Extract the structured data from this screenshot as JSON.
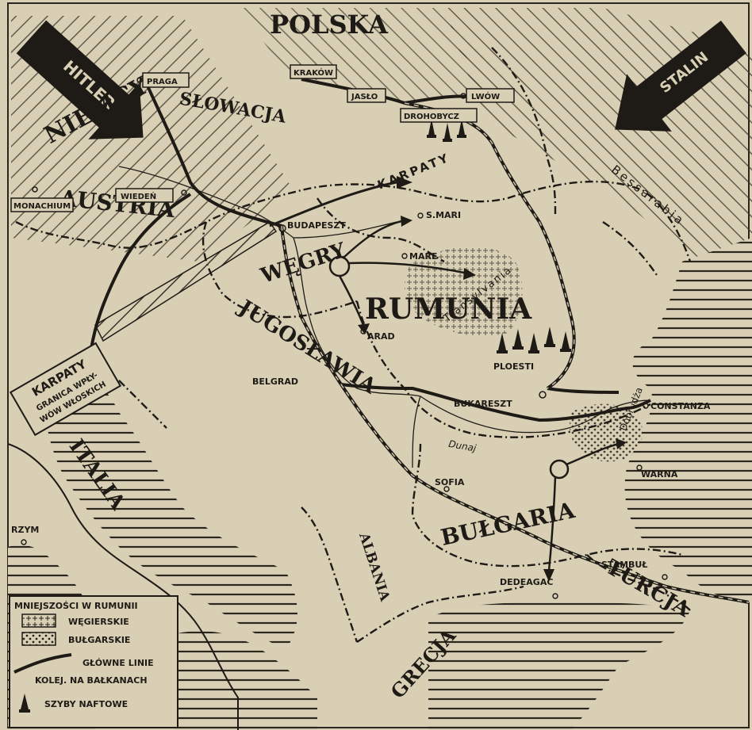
{
  "countries": {
    "polska": "POLSKA",
    "niemcy": "NIEMCY",
    "slowacja": "SŁOWACJA",
    "austria": "AUSTRIA",
    "wegry": "WĘGRY",
    "rumunia": "RUMUNIA",
    "jugoslawia": "JUGOSŁAWIA",
    "bulgaria": "BUŁGARIA",
    "italia": "ITALIA",
    "albania": "ALBANIA",
    "grecja": "GRECJA",
    "turcja": "TURCJA"
  },
  "regions": {
    "karpaty": "KARPATY",
    "bessarabia": "Bessarabia",
    "transylvania": "Transylvania",
    "dobrudza": "Dobrudża",
    "dunaj": "Dunaj"
  },
  "cities": {
    "praga": "PRAGA",
    "krakow": "KRAKÓW",
    "jaslo": "JASŁO",
    "lwow": "LWÓW",
    "drohobycz": "DROHOBYCZ",
    "monachium": "MONACHIUM",
    "wieden": "WIEDEŃ",
    "budapeszt": "BUDAPESZT",
    "smari": "S.MARI",
    "mare": "MARE",
    "arad": "ARAD",
    "ploesti": "PLOESTI",
    "bukareszt": "BUKARESZT",
    "belgrad": "BELGRAD",
    "constanza": "CONSTANZA",
    "warna": "WARNA",
    "sofia": "SOFIA",
    "stambul": "STAMBUŁ",
    "dedeagac": "DEDEAGAC",
    "rzym": "RZYM"
  },
  "arrows": {
    "hitler": "HITLER",
    "stalin": "STALIN"
  },
  "karpaty_sign": {
    "line1": "KARPATY",
    "line2": "GRANICA WPŁY-",
    "line3": "WÓW WŁOSKICH"
  },
  "legend": {
    "title": "MNIEJSZOŚCI W RUMUNII",
    "hungarian": "WĘGIERSKIE",
    "bulgarian": "BUŁGARSKIE",
    "railways_line1": "GŁÓWNE LINIE",
    "railways_line2": "KOLEJ. NA BAŁKANACH",
    "oil": "SZYBY NAFTOWE"
  },
  "colors": {
    "paper": "#d8cfb4",
    "ink": "#1e1b16"
  }
}
